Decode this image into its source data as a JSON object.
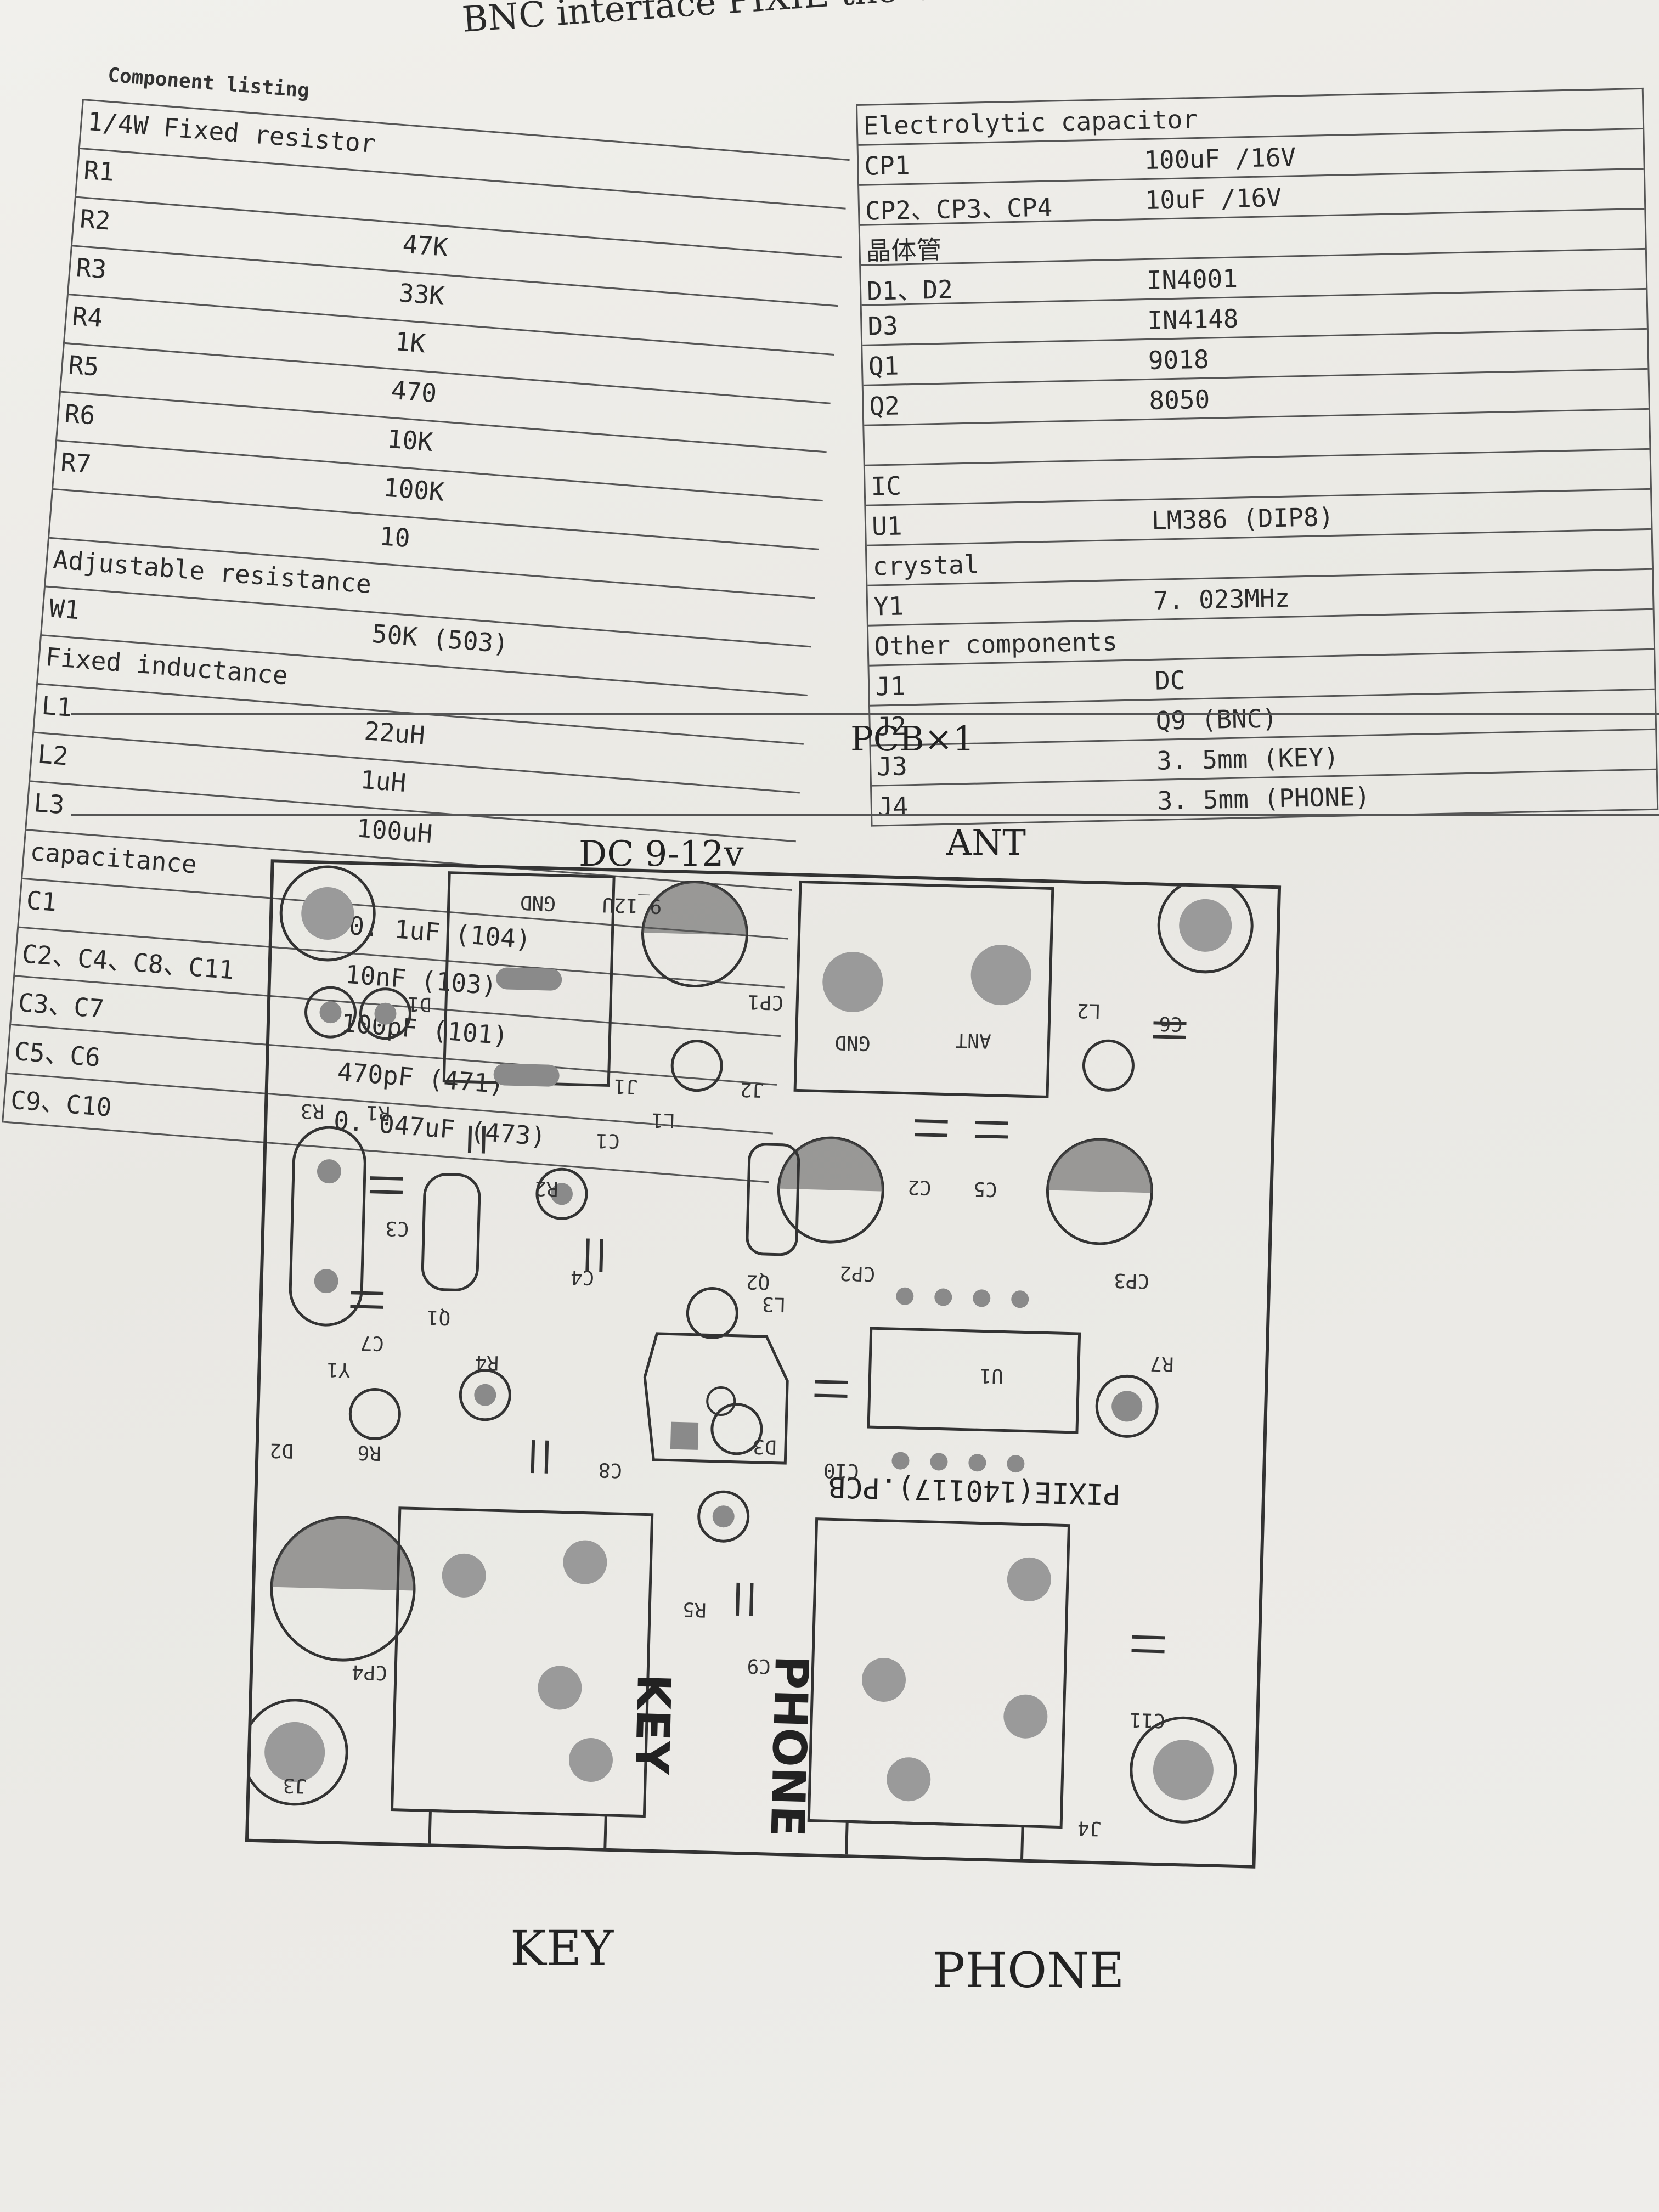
{
  "document": {
    "header": "BNC interface PIXIE the CW transceiver components list",
    "component_listing_title": "Component listing"
  },
  "left_table": [
    {
      "c1": "1/4W Fixed resistor",
      "c2": ""
    },
    {
      "c1": "R1",
      "c2": ""
    },
    {
      "c1": "R2",
      "c2": "47K"
    },
    {
      "c1": "R3",
      "c2": "33K"
    },
    {
      "c1": "R4",
      "c2": "1K"
    },
    {
      "c1": "R5",
      "c2": "470"
    },
    {
      "c1": "R6",
      "c2": "10K"
    },
    {
      "c1": "R7",
      "c2": "100K"
    },
    {
      "c1": "",
      "c2": "10"
    },
    {
      "c1": "Adjustable resistance",
      "c2": ""
    },
    {
      "c1": "W1",
      "c2": "50K (503)"
    },
    {
      "c1": "Fixed inductance",
      "c2": ""
    },
    {
      "c1": "L1",
      "c2": "22uH"
    },
    {
      "c1": "L2",
      "c2": "1uH"
    },
    {
      "c1": "L3",
      "c2": "100uH"
    },
    {
      "c1": "capacitance",
      "c2": ""
    },
    {
      "c1": "C1",
      "c2": "0. 1uF (104)"
    },
    {
      "c1": "C2、C4、C8、C11",
      "c2": "10nF (103)"
    },
    {
      "c1": "C3、C7",
      "c2": "100pF (101)"
    },
    {
      "c1": "C5、C6",
      "c2": "470pF (471)"
    },
    {
      "c1": "C9、C10",
      "c2": "0. 047uF (473)"
    }
  ],
  "right_table": [
    {
      "c1": "Electrolytic capacitor",
      "c2": ""
    },
    {
      "c1": "CP1",
      "c2": "100uF /16V"
    },
    {
      "c1": "CP2、CP3、CP4",
      "c2": "10uF /16V"
    },
    {
      "c1": "晶体管",
      "c2": ""
    },
    {
      "c1": "D1、D2",
      "c2": "IN4001"
    },
    {
      "c1": "D3",
      "c2": "IN4148"
    },
    {
      "c1": "Q1",
      "c2": "9018"
    },
    {
      "c1": "Q2",
      "c2": "8050"
    },
    {
      "c1": "",
      "c2": ""
    },
    {
      "c1": "IC",
      "c2": ""
    },
    {
      "c1": "U1",
      "c2": "LM386 (DIP8)"
    },
    {
      "c1": "crystal",
      "c2": ""
    },
    {
      "c1": "Y1",
      "c2": "7. 023MHz"
    },
    {
      "c1": "Other components",
      "c2": ""
    },
    {
      "c1": "J1",
      "c2": "DC"
    },
    {
      "c1": "J2",
      "c2": "Q9 (BNC)"
    },
    {
      "c1": "J3",
      "c2": "3. 5mm (KEY)"
    },
    {
      "c1": "J4",
      "c2": "3. 5mm (PHONE)"
    }
  ],
  "pcb_count": "PCB×1",
  "board": {
    "dc_label": "DC 9-12v",
    "ant_label": "ANT",
    "key_label": "KEY",
    "phone_label": "PHONE",
    "key_side": "KEY",
    "phone_side": "PHONE",
    "pcb_name": "PIXIE(140117).PCB",
    "silkscreen": [
      "R3",
      "R1",
      "D1",
      "C1",
      "R2",
      "C3",
      "Q1",
      "C7",
      "Y1",
      "C4",
      "J1",
      "L1",
      "J2",
      "CP1",
      "GND",
      "ANT",
      "L2",
      "C6",
      "C2",
      "C5",
      "CP2",
      "CP3",
      "Q2",
      "L3",
      "U1",
      "R7",
      "R4",
      "C8",
      "D2",
      "R6",
      "D3",
      "C10",
      "CP4",
      "R5",
      "C9",
      "C11",
      "J3",
      "J4",
      "9_12U",
      "GND"
    ]
  }
}
